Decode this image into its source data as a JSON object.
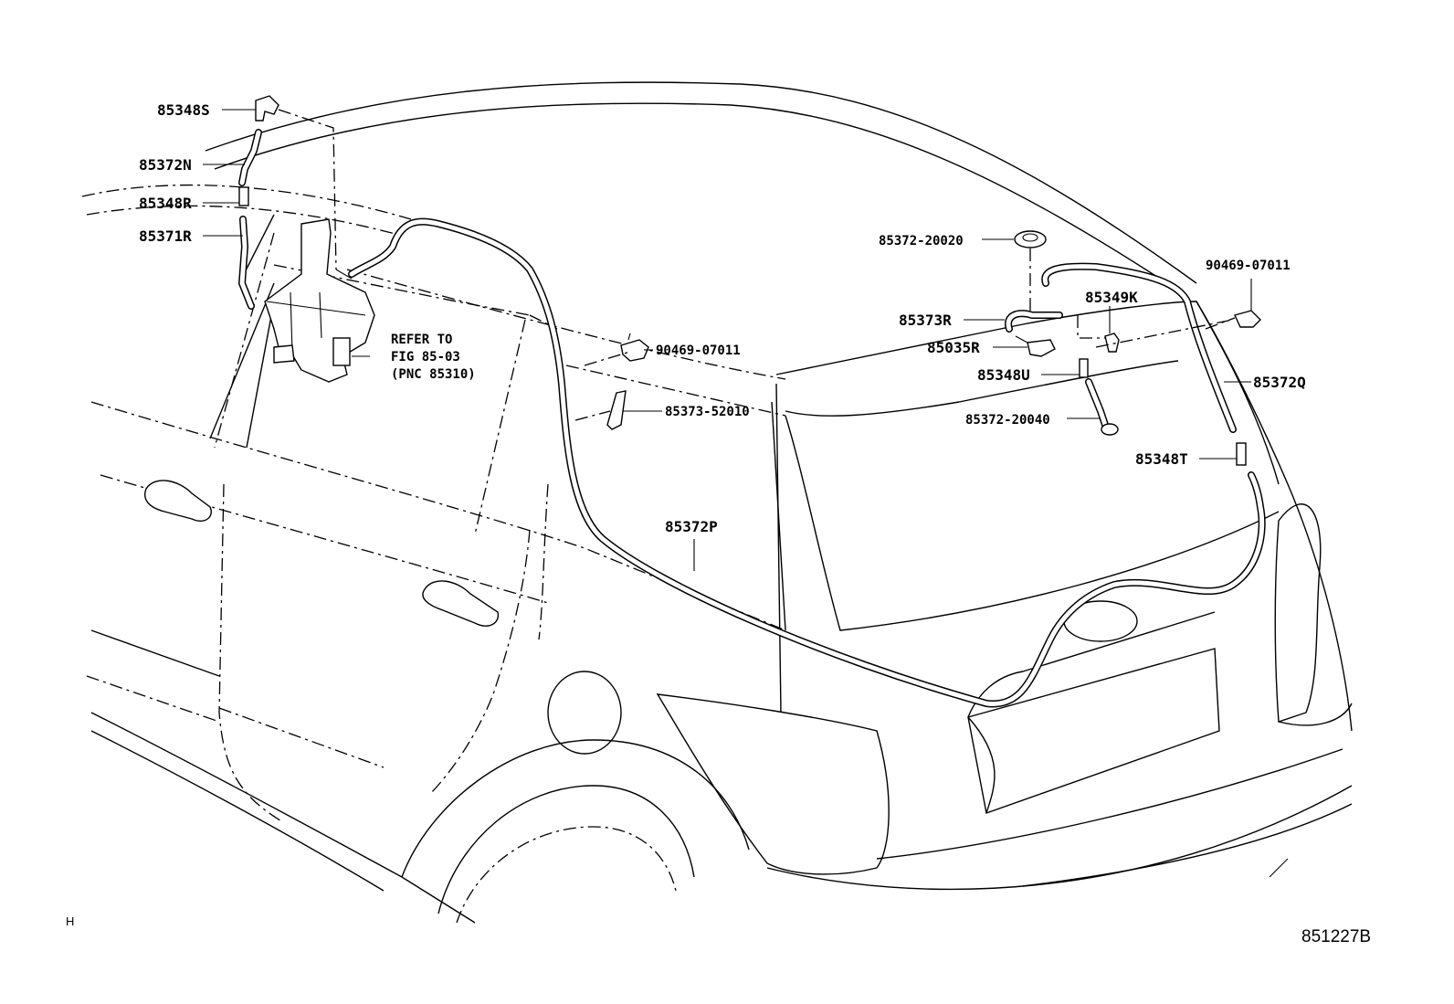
{
  "labels": {
    "p85348S": "85348S",
    "p85372N": "85372N",
    "p85348R": "85348R",
    "p85371R": "85371R",
    "refer1": "REFER TO",
    "refer2": "FIG 85-03",
    "refer3": "(PNC 85310)",
    "p90469a": "90469-07011",
    "p85373_52010": "85373-52010",
    "p85372P": "85372P",
    "p85372_20020": "85372-20020",
    "p85373R": "85373R",
    "p85349K": "85349K",
    "p85035R": "85035R",
    "p85348U": "85348U",
    "p85372_20040": "85372-20040",
    "p90469b": "90469-07011",
    "p85372Q": "85372Q",
    "p85348T": "85348T"
  },
  "footer": {
    "corner_mark": "H",
    "figure_code": "851227B"
  }
}
